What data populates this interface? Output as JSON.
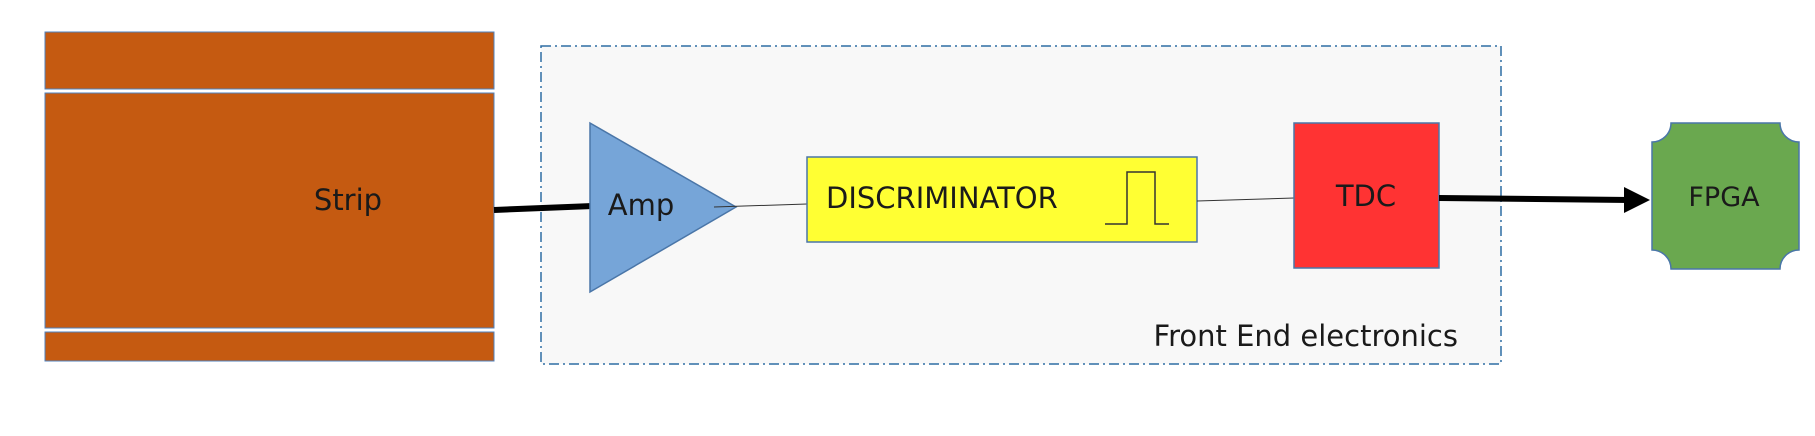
{
  "diagram": {
    "strip_label": "Strip",
    "amp_label": "Amp",
    "discriminator_label": "DISCRIMINATOR",
    "tdc_label": "TDC",
    "fpga_label": "FPGA",
    "frontend_label": "Front End electronics"
  },
  "colors": {
    "strip": "#c55a11",
    "amp": "#76a5d8",
    "discriminator": "#ffff33",
    "tdc": "#ff3333",
    "fpga": "#6aa84f",
    "frontend_bg": "#f8f8f8",
    "frontend_border": "#2e6da4",
    "connector": "#000000"
  }
}
